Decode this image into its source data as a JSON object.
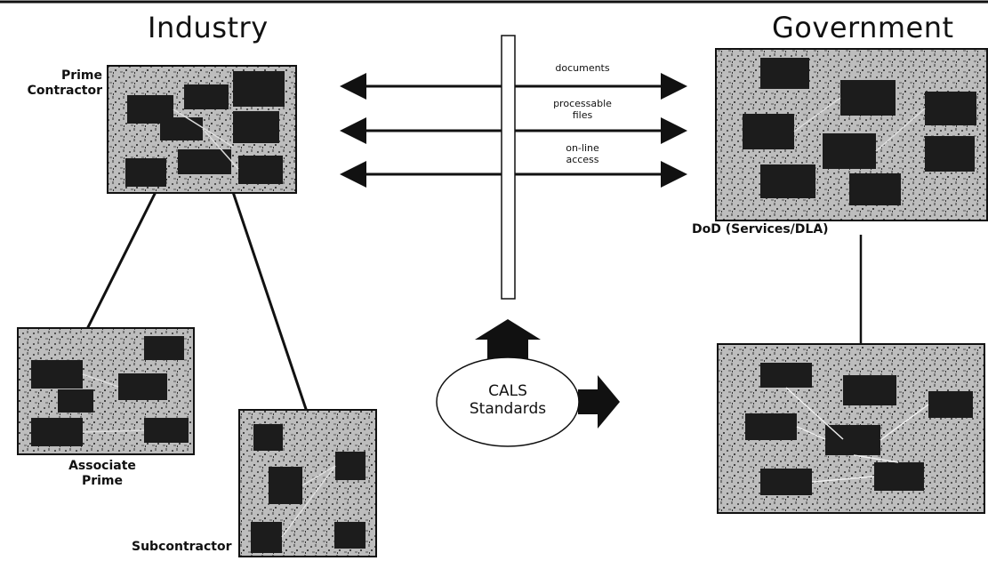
{
  "headings": {
    "industry": "Industry",
    "government": "Government"
  },
  "nodes": {
    "prime_contractor": [
      "Prime",
      "Contractor"
    ],
    "associate_prime": [
      "Associate",
      "Prime"
    ],
    "subcontractor": "Subcontractor",
    "dod": "DoD (Services/DLA)"
  },
  "exchange": {
    "documents": "documents",
    "processable_files": [
      "processable",
      "files"
    ],
    "online_access": [
      "on-line",
      "access"
    ]
  },
  "cals": [
    "CALS",
    "Standards"
  ],
  "colors": {
    "ink": "#111111",
    "panel_fill": "#d9d9d9",
    "block_fill": "#1c1c1c",
    "background": "#ffffff"
  }
}
